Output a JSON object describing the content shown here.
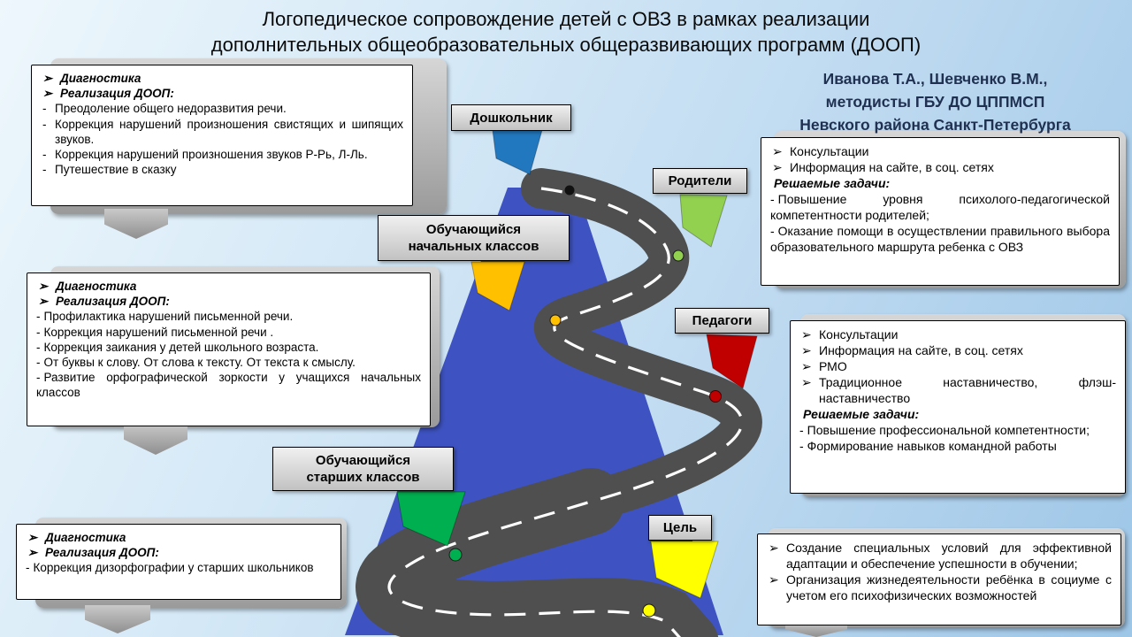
{
  "palette": {
    "background": "#cfe6f5",
    "tower": "#3e53c1",
    "road": "#4f4f4f",
    "road_line": "#ffffff",
    "callout_back": "#b5b5b5",
    "label_bg": "#d9d9d9"
  },
  "title": {
    "line1": "Логопедическое сопровождение детей с ОВЗ в рамках реализации",
    "line2": "дополнительных общеобразовательных общеразвивающих программ (ДООП)"
  },
  "authors": {
    "line1": "Иванова Т.А., Шевченко В.М.,",
    "line2": "методисты ГБУ ДО ЦППМСП",
    "line3": "Невского района Санкт-Петербурга"
  },
  "stages": [
    {
      "label": "Дошкольник",
      "flag_color": "#2278be",
      "dot_color": "#111111"
    },
    {
      "label": "Родители",
      "flag_color": "#92d050",
      "dot_color": "#92d050"
    },
    {
      "label": "Обучающийся\nначальных классов",
      "flag_color": "#ffc000",
      "dot_color": "#ffc000"
    },
    {
      "label": "Педагоги",
      "flag_color": "#c00000",
      "dot_color": "#c00000"
    },
    {
      "label": "Обучающийся\nстарших классов",
      "flag_color": "#00b050",
      "dot_color": "#00b050"
    },
    {
      "label": "Цель",
      "flag_color": "#ffff00",
      "dot_color": "#ffff00"
    }
  ],
  "boxes": {
    "preschool": {
      "lines": [
        {
          "marker": "➢",
          "text": "Диагностика"
        },
        {
          "marker": "➢",
          "text": "Реализация ДООП:"
        },
        {
          "marker": "-",
          "text": "Преодоление общего недоразвития речи."
        },
        {
          "marker": "-",
          "text": "Коррекция нарушений произношения свистящих и шипящих звуков."
        },
        {
          "marker": "-",
          "text": "Коррекция нарушений произношения звуков Р-Рь, Л-Ль."
        },
        {
          "marker": "-",
          "text": "Путешествие в сказку"
        }
      ]
    },
    "primary": {
      "lines": [
        {
          "marker": "➢",
          "text": "Диагностика"
        },
        {
          "marker": "➢",
          "text": "Реализация ДООП:"
        },
        {
          "marker": "-",
          "text": "Профилактика нарушений письменной речи."
        },
        {
          "marker": "-",
          "text": "Коррекция нарушений письменной речи ."
        },
        {
          "marker": "-",
          "text": "Коррекция заикания у детей школьного возраста."
        },
        {
          "marker": "-",
          "text": "От буквы к слову. От слова к тексту. От текста к смыслу."
        },
        {
          "marker": "-",
          "text": "Развитие орфографической зоркости у учащихся начальных классов"
        }
      ]
    },
    "senior": {
      "lines": [
        {
          "marker": "➢",
          "text": "Диагностика"
        },
        {
          "marker": "➢",
          "text": "Реализация ДООП:"
        },
        {
          "marker": "-",
          "text": "Коррекция дизорфографии у старших школьников"
        }
      ]
    },
    "parents": {
      "lines": [
        {
          "marker": "➢",
          "text": "Консультации"
        },
        {
          "marker": "➢",
          "text": "Информация  на сайте, в соц. сетях"
        },
        {
          "marker": "",
          "text": "Решаемые задачи:"
        },
        {
          "marker": "-",
          "text": "Повышение уровня психолого-педагогической компетентности родителей;"
        },
        {
          "marker": "-",
          "text": "Оказание помощи в осуществлении правильного выбора образовательного маршрута ребенка с ОВЗ"
        }
      ]
    },
    "teachers": {
      "lines": [
        {
          "marker": "➢",
          "text": "Консультации"
        },
        {
          "marker": "➢",
          "text": "Информация  на сайте, в соц. сетях"
        },
        {
          "marker": "➢",
          "text": "РМО"
        },
        {
          "marker": "➢",
          "text": "Традиционное наставничество, флэш-наставничество"
        },
        {
          "marker": "",
          "text": "Решаемые задачи:"
        },
        {
          "marker": "-",
          "text": "Повышение профессиональной компетентности;"
        },
        {
          "marker": "-",
          "text": "Формирование навыков командной работы"
        }
      ]
    },
    "goal": {
      "lines": [
        {
          "marker": "➢",
          "text": "Создание специальных условий для эффективной адаптации и обеспечение успешности в обучении;"
        },
        {
          "marker": "➢",
          "text": "Организация жизнедеятельности ребёнка в социуме с учетом его психофизических возможностей"
        }
      ]
    }
  }
}
